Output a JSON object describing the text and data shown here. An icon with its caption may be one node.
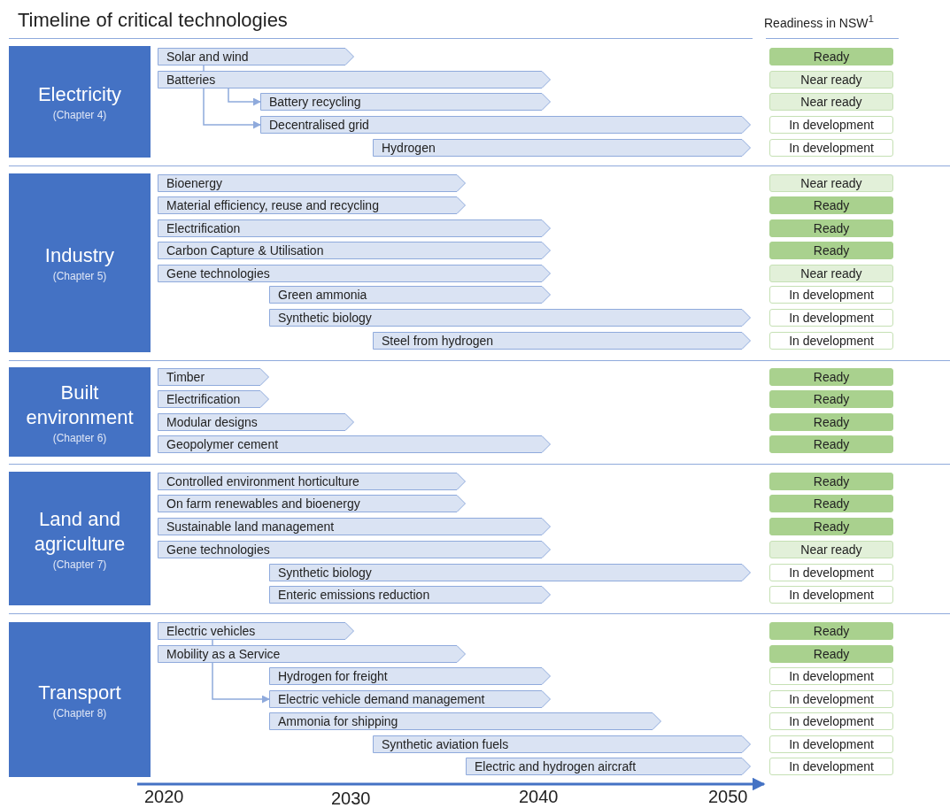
{
  "diagram": {
    "title": "Timeline of critical technologies",
    "nodes": [
      {
        "text": [
          "Electricity",
          "(Chapter 4)"
        ]
      },
      {
        "text": [
          "Solar and wind"
        ]
      },
      {
        "text": [
          "Ready"
        ]
      },
      {
        "text": [
          "Batteries"
        ]
      },
      {
        "text": [
          "Near ready"
        ]
      },
      {
        "text": [
          "Battery recycling"
        ]
      },
      {
        "text": [
          "Near ready"
        ]
      },
      {
        "text": [
          "Decentralised grid"
        ]
      },
      {
        "text": [
          "In development"
        ]
      },
      {
        "text": [
          "Hydrogen"
        ]
      },
      {
        "text": [
          "In development"
        ]
      },
      {
        "text": [
          "Industry",
          "(Chapter 5)"
        ]
      },
      {
        "text": [
          "Bioenergy"
        ]
      },
      {
        "text": [
          "Near ready"
        ]
      },
      {
        "text": [
          "Material efficiency, reuse and recycling"
        ]
      },
      {
        "text": [
          "Ready"
        ]
      },
      {
        "text": [
          "Electrification"
        ]
      },
      {
        "text": [
          "Ready"
        ]
      },
      {
        "text": [
          "Carbon Capture & Utilisation"
        ]
      },
      {
        "text": [
          "Ready"
        ]
      },
      {
        "text": [
          "Gene technologies"
        ]
      },
      {
        "text": [
          "Near ready"
        ]
      },
      {
        "text": [
          "Green ammonia"
        ]
      },
      {
        "text": [
          "In development"
        ]
      },
      {
        "text": [
          "Synthetic biology"
        ]
      },
      {
        "text": [
          "In development"
        ]
      },
      {
        "text": [
          "Steel from hydrogen"
        ]
      },
      {
        "text": [
          "In development"
        ]
      },
      {
        "text": [
          "Built environment",
          "(Chapter 6)"
        ]
      },
      {
        "text": [
          "Timber"
        ]
      },
      {
        "text": [
          "Ready"
        ]
      },
      {
        "text": [
          "Electrification"
        ]
      },
      {
        "text": [
          "Ready"
        ]
      },
      {
        "text": [
          "Modular designs"
        ]
      },
      {
        "text": [
          "Ready"
        ]
      },
      {
        "text": [
          "Geopolymer cement"
        ]
      },
      {
        "text": [
          "Ready"
        ]
      },
      {
        "text": [
          "Land and agriculture",
          "(Chapter 7)"
        ]
      },
      {
        "text": [
          "Controlled environment horticulture"
        ]
      },
      {
        "text": [
          "Ready"
        ]
      },
      {
        "text": [
          "On farm renewables and bioenergy"
        ]
      },
      {
        "text": [
          "Ready"
        ]
      },
      {
        "text": [
          "Sustainable land management"
        ]
      },
      {
        "text": [
          "Ready"
        ]
      },
      {
        "text": [
          "Gene technologies"
        ]
      },
      {
        "text": [
          "Near ready"
        ]
      },
      {
        "text": [
          "Synthetic biology"
        ]
      },
      {
        "text": [
          "In development"
        ]
      },
      {
        "text": [
          "Enteric emissions reduction"
        ]
      },
      {
        "text": [
          "In development"
        ]
      },
      {
        "text": [
          "Transport",
          "(Chapter 8)"
        ]
      },
      {
        "text": [
          "Electric vehicles"
        ]
      },
      {
        "text": [
          "Ready"
        ]
      },
      {
        "text": [
          "Mobility as a Service"
        ]
      },
      {
        "text": [
          "Ready"
        ]
      },
      {
        "text": [
          "Hydrogen for freight"
        ]
      },
      {
        "text": [
          "In development"
        ]
      },
      {
        "text": [
          "Electric vehicle demand management"
        ]
      },
      {
        "text": [
          "In development"
        ]
      },
      {
        "text": [
          "Ammonia for shipping"
        ]
      },
      {
        "text": [
          "In development"
        ]
      },
      {
        "text": [
          "Synthetic aviation fuels"
        ]
      },
      {
        "text": [
          "In development"
        ]
      },
      {
        "text": [
          "Electric and hydrogen aircraft"
        ]
      },
      {
        "text": [
          "In development"
        ]
      }
    ],
    "edges": [
      {
        "from": 1,
        "to": 3,
        "arrow": "none"
      },
      {
        "from": 3,
        "to": 5,
        "arrow": "to"
      },
      {
        "from": 3,
        "to": 7,
        "arrow": "to"
      },
      {
        "from": 51,
        "to": 53,
        "arrow": "none"
      },
      {
        "from": 53,
        "to": 57,
        "arrow": "to"
      }
    ],
    "labels": [
      "Readiness in NSW$^{1}$",
      "2020",
      "2030",
      "2040",
      "2050"
    ]
  }
}
